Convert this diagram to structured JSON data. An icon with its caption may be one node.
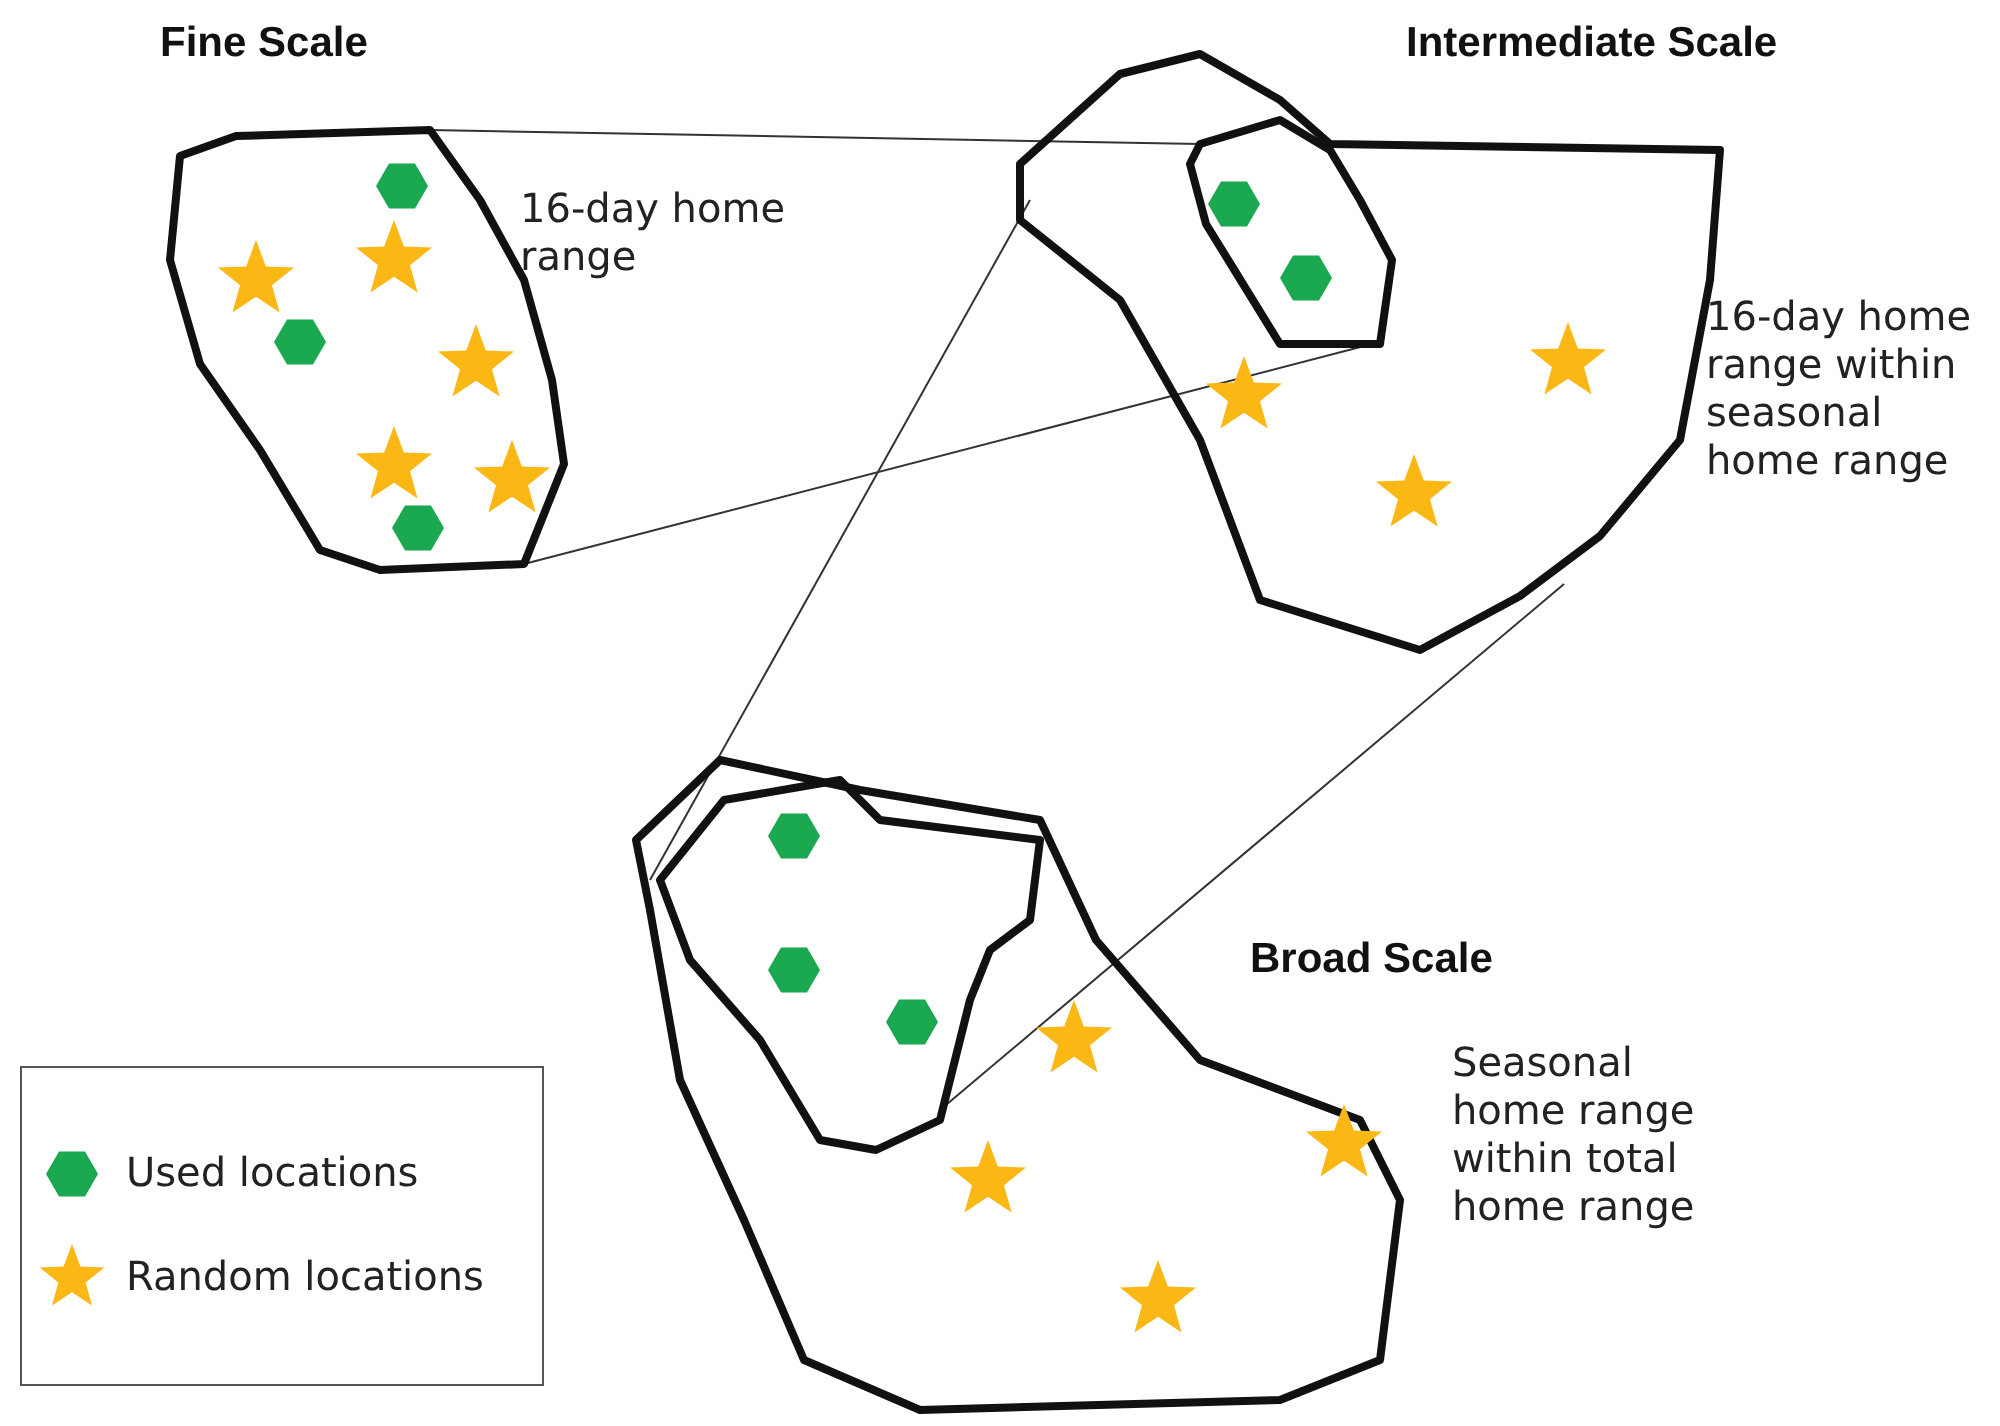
{
  "diagram": {
    "labels": [
      "Fine Scale",
      "16-day home range",
      "Intermediate Scale",
      "16-day home range within seasonal home range",
      "Broad Scale",
      "Seasonal home range within total home range"
    ],
    "legend": [
      {
        "text": "Used locations"
      },
      {
        "text": "Random locations"
      }
    ]
  }
}
